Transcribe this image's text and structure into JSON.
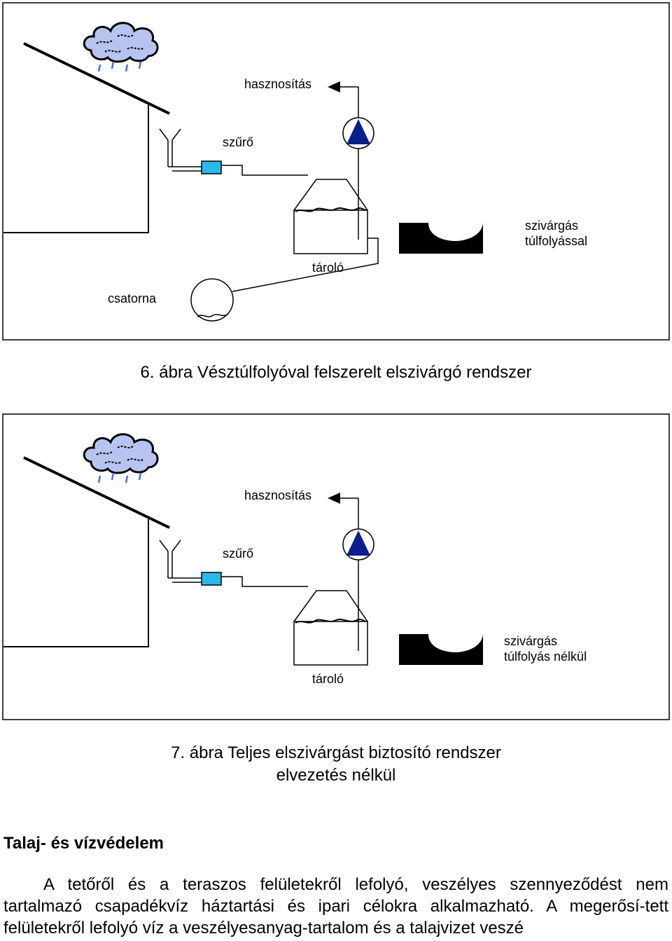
{
  "figure6": {
    "labels": {
      "use": "hasznosítás",
      "filter": "szűrő",
      "seepage_line1": "szivárgás",
      "seepage_line2": "túlfolyással",
      "storage": "tároló",
      "sewer": "csatorna"
    },
    "caption": "6. ábra Vésztúlfolyóval felszerelt elszivárgó rendszer"
  },
  "figure7": {
    "labels": {
      "use": "hasznosítás",
      "filter": "szűrő",
      "seepage_line1": "szivárgás",
      "seepage_line2": "túlfolyás nélkül",
      "storage": "tároló"
    },
    "caption_line1": "7. ábra Teljes elszivárgást biztosító rendszer",
    "caption_line2": "elvezetés nélkül"
  },
  "section": {
    "title": "Talaj- és vízvédelem",
    "paragraph": "A tetőről és a teraszos felületekről lefolyó, veszélyes szennyeződést nem tartalmazó csapadékvíz háztartási és ipari célokra alkalmazható. A megerősí-tett felületekről lefolyó víz a veszélyesanyag-tartalom és a talajvizet veszé"
  },
  "colors": {
    "cloud": "#b8c4f0",
    "rain": "#4a6fd8",
    "filter": "#2ab8e8",
    "pump": "#0a1e8c",
    "infiltration": "#000000"
  },
  "icons": [
    "cloud-icon",
    "rain-icon",
    "filter-icon",
    "pump-icon",
    "storage-tank-icon",
    "infiltration-trench-icon",
    "sewer-manhole-icon",
    "roof-gutter-icon",
    "arrow-left-icon"
  ]
}
